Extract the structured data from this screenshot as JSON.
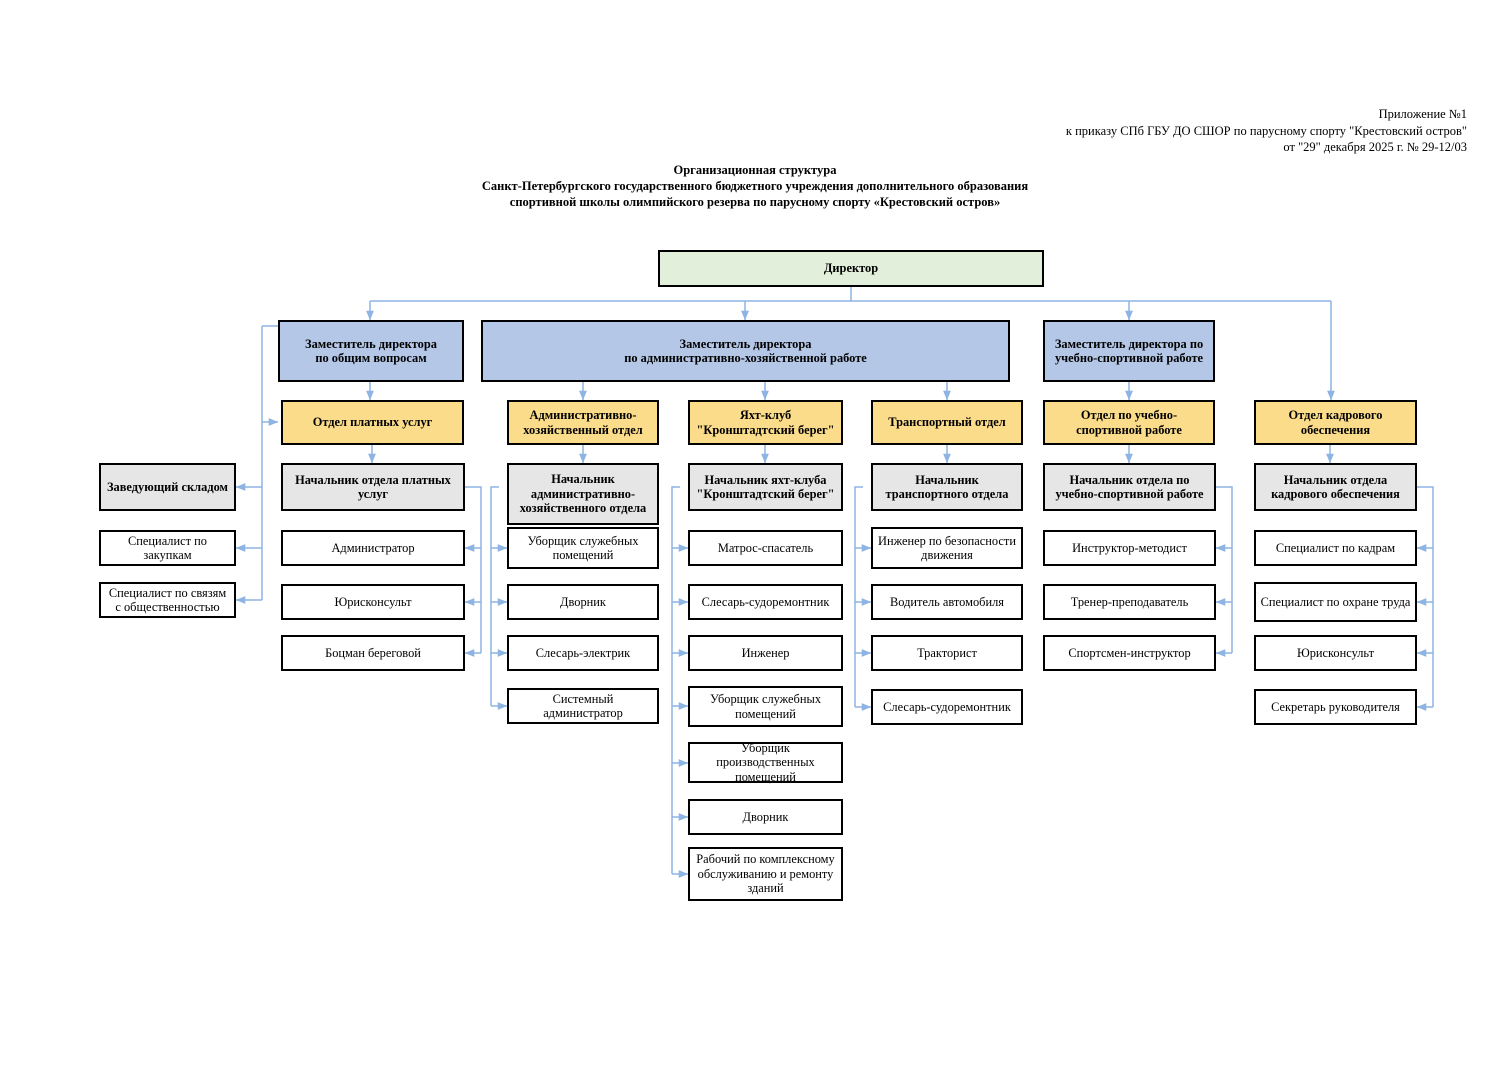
{
  "header": {
    "line1": "Приложение №1",
    "line2": "к приказу СПб ГБУ ДО СШОР по парусному спорту \"Крестовский остров\"",
    "line3": "от  \"29\" декабря 2025 г. № 29-12/03"
  },
  "title": {
    "line1": "Организационная структура",
    "line2": "Санкт-Петербургского государственного бюджетного учреждения дополнительного образования",
    "line3": "спортивной школы олимпийского резерва по парусному спорту «Крестовский остров»"
  },
  "colors": {
    "director": "#e2efda",
    "deputy": "#b4c7e7",
    "department": "#fbdc8a",
    "chief": "#e7e6e6",
    "staff": "#ffffff",
    "connector": "#8eb4e3",
    "border": "#000000"
  },
  "chart_data": {
    "type": "diagram",
    "title": "Организационная структура",
    "nodes": [
      {
        "id": "director",
        "label": "Директор",
        "level": 0,
        "style": "director"
      },
      {
        "id": "dep_general",
        "label": "Заместитель директора\nпо общим вопросам",
        "level": 1,
        "style": "deputy",
        "parent": "director"
      },
      {
        "id": "dep_ahr",
        "label": "Заместитель директора\nпо административно-хозяйственной работе",
        "level": 1,
        "style": "deputy",
        "parent": "director"
      },
      {
        "id": "dep_sport",
        "label": "Заместитель директора  по\nучебно-спортивной работе",
        "level": 1,
        "style": "deputy",
        "parent": "director"
      },
      {
        "id": "dept_paid",
        "label": "Отдел платных услуг",
        "level": 2,
        "style": "department",
        "parent": "dep_general"
      },
      {
        "id": "dept_aho",
        "label": "Административно-\nхозяйственный отдел",
        "level": 2,
        "style": "department",
        "parent": "dep_ahr"
      },
      {
        "id": "dept_yacht",
        "label": "Яхт-клуб \"Кронштадтский берег\"",
        "level": 2,
        "style": "department",
        "parent": "dep_ahr"
      },
      {
        "id": "dept_transport",
        "label": "Транспортный отдел",
        "level": 2,
        "style": "department",
        "parent": "dep_ahr"
      },
      {
        "id": "dept_sport",
        "label": "Отдел по учебно-спортивной работе",
        "level": 2,
        "style": "department",
        "parent": "dep_sport"
      },
      {
        "id": "dept_hr",
        "label": "Отдел кадрового обеспечения",
        "level": 2,
        "style": "department",
        "parent": "director"
      },
      {
        "id": "chief_paid",
        "label": "Начальник отдела платных услуг",
        "level": 3,
        "style": "chief",
        "parent": "dept_paid"
      },
      {
        "id": "chief_aho",
        "label": "Начальник административно-хозяйственного отдела",
        "level": 3,
        "style": "chief",
        "parent": "dept_aho"
      },
      {
        "id": "chief_yacht",
        "label": "Начальник яхт-клуба \"Кронштадтский берег\"",
        "level": 3,
        "style": "chief",
        "parent": "dept_yacht"
      },
      {
        "id": "chief_transport",
        "label": "Начальник транспортного отдела",
        "level": 3,
        "style": "chief",
        "parent": "dept_transport"
      },
      {
        "id": "chief_sport",
        "label": "Начальник отдела по учебно-спортивной работе",
        "level": 3,
        "style": "chief",
        "parent": "dept_sport"
      },
      {
        "id": "chief_hr",
        "label": "Начальник отдела кадрового обеспечения",
        "level": 3,
        "style": "chief",
        "parent": "dept_hr"
      },
      {
        "id": "warehouse",
        "label": "Заведующий складом",
        "level": 3,
        "style": "chief",
        "parent": "dep_general"
      }
    ]
  },
  "columns": {
    "warehouse": {
      "head": "Заведующий складом",
      "items": [
        "Специалист по закупкам",
        "Специалист по связям с общественностью"
      ]
    },
    "paid": {
      "department": "Отдел платных услуг",
      "chief": "Начальник отдела платных услуг",
      "items": [
        "Администратор",
        "Юрисконсульт",
        "Боцман береговой"
      ]
    },
    "aho": {
      "department": "Административно-хозяйственный отдел",
      "chief": "Начальник административно-хозяйственного отдела",
      "items": [
        "Уборщик служебных помещений",
        "Дворник",
        "Слесарь-электрик",
        "Системный администратор"
      ]
    },
    "yacht": {
      "department": "Яхт-клуб \"Кронштадтский берег\"",
      "chief": "Начальник яхт-клуба \"Кронштадтский берег\"",
      "items": [
        "Матрос-спасатель",
        "Слесарь-судоремонтник",
        "Инженер",
        "Уборщик служебных помещений",
        "Уборщик производственных помещений",
        "Дворник",
        "Рабочий по комплексному обслуживанию и ремонту зданий"
      ]
    },
    "transport": {
      "department": "Транспортный отдел",
      "chief": "Начальник транспортного отдела",
      "items": [
        "Инженер по безопасности  движения",
        "Водитель автомобиля",
        "Тракторист",
        "Слесарь-судоремонтник"
      ]
    },
    "sport": {
      "department": "Отдел по учебно-спортивной работе",
      "chief": "Начальник отдела по учебно-спортивной работе",
      "items": [
        "Инструктор-методист",
        "Тренер-преподаватель",
        "Спортсмен-инструктор"
      ]
    },
    "hr": {
      "department": "Отдел кадрового обеспечения",
      "chief": "Начальник отдела кадрового обеспечения",
      "items": [
        "Специалист по кадрам",
        "Специалист по охране труда",
        "Юрисконсульт",
        "Секретарь руководителя"
      ]
    }
  },
  "top": {
    "director": "Директор",
    "deputy_general": "Заместитель директора\nпо общим вопросам",
    "deputy_general_l1": "Заместитель директора",
    "deputy_general_l2": "по общим вопросам",
    "deputy_ahr_l1": "Заместитель директора",
    "deputy_ahr_l2": "по административно-хозяйственной работе",
    "deputy_sport_l1": "Заместитель директора  по",
    "deputy_sport_l2": "учебно-спортивной работе"
  }
}
